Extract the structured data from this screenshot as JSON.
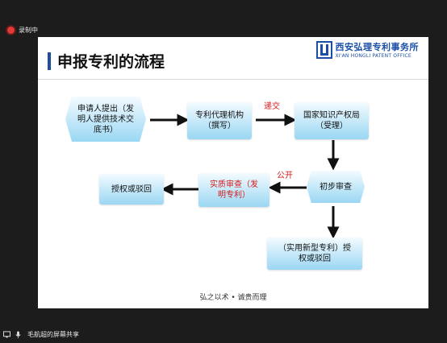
{
  "recording": {
    "label": "录制中"
  },
  "screen_share": {
    "label": "毛航超的屏幕共享"
  },
  "slide": {
    "title": "申报专利的流程",
    "logo": {
      "name_cn": "西安弘理专利事务所",
      "name_en": "XI'AN HONGLI PATENT OFFICE"
    },
    "nodes": {
      "applicant": "申请人提出（发明人提供技术交底书）",
      "agency": "专利代理机构（撰写）",
      "ipo": "国家知识产权局（受理）",
      "prelim": "初步审查",
      "substantive": "实质审查（发明专利）",
      "grant_or_reject": "授权或驳回",
      "utility_grant": "（实用新型专利）授权或驳回"
    },
    "labels": {
      "submit": "递交",
      "publish": "公开"
    },
    "footer": "弘之以术 • 诚贵而理"
  },
  "colors": {
    "accent_blue": "#1f4e9b",
    "label_red": "#d41a1a",
    "box_gradient_end": "#9ad7f3"
  }
}
